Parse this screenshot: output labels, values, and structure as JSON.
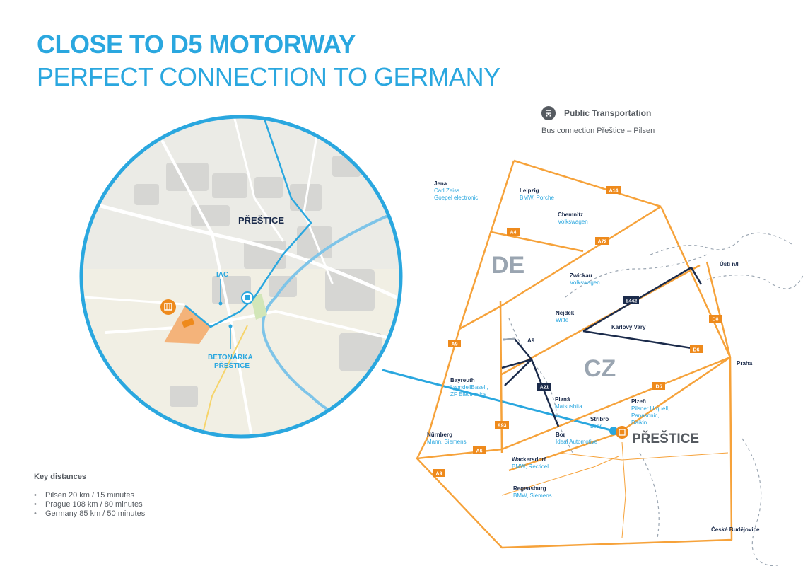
{
  "header": {
    "title": "CLOSE TO D5 MOTORWAY",
    "subtitle": "PERFECT CONNECTION TO GERMANY"
  },
  "public_transport": {
    "icon": "bus-icon",
    "label": "Public Transportation",
    "subtitle": "Bus connection Přeštice – Pilsen"
  },
  "key_distances": {
    "title": "Key distances",
    "items": [
      "Pilsen 20 km / 15 minutes",
      "Prague 108 km / 80 minutes",
      "Germany 85 km / 50 minutes"
    ]
  },
  "inset_map": {
    "town": "PŘEŠTICE",
    "iac": "IAC",
    "betonarka_line1": "BETONÁRKA",
    "betonarka_line2": "PŘEŠTICE",
    "icons": [
      "factory-icon",
      "bus-icon"
    ]
  },
  "regional_map": {
    "countries": {
      "de": "DE",
      "cz": "CZ"
    },
    "highlight": "PŘEŠTICE",
    "cities": {
      "jena": {
        "name": "Jena",
        "companies": [
          "Carl Zeiss",
          "Goepel electronic"
        ]
      },
      "leipzig": {
        "name": "Leipzig",
        "companies": [
          "BMW, Porche"
        ]
      },
      "chemnitz": {
        "name": "Chemnitz",
        "companies": [
          "Volkswagen"
        ]
      },
      "zwickau": {
        "name": "Zwickau",
        "companies": [
          "Volkswagen"
        ]
      },
      "usti": {
        "name": "Ústí n/l"
      },
      "nejdek": {
        "name": "Nejdek",
        "companies": [
          "Witte"
        ]
      },
      "karlovy_vary": {
        "name": "Karlovy Vary"
      },
      "as": {
        "name": "Aš"
      },
      "praha": {
        "name": "Praha"
      },
      "bayreuth": {
        "name": "Bayreuth",
        "companies": [
          "LyondellBasell,",
          "ZF Electronics"
        ]
      },
      "plana": {
        "name": "Planá",
        "companies": [
          "Matsushita"
        ]
      },
      "plzen": {
        "name": "Plzeň",
        "companies": [
          "Pilsner Urquell,",
          "Panasonic,",
          "Daikin"
        ]
      },
      "stribro": {
        "name": "Stříbro",
        "companies": [
          "Lear"
        ]
      },
      "bor": {
        "name": "Bor",
        "companies": [
          "Ideal Automotive"
        ]
      },
      "nurnberg": {
        "name": "Nürnberg",
        "companies": [
          "Mann, Siemens"
        ]
      },
      "wackersdorf": {
        "name": "Wackersdorf",
        "companies": [
          "BMW, Recticel"
        ]
      },
      "regensburg": {
        "name": "Regensburg",
        "companies": [
          "BMW, Siemens"
        ]
      },
      "ceske_budejovice": {
        "name": "České Budějovice"
      }
    },
    "road_labels": {
      "a14": "A14",
      "a4": "A4",
      "a72": "A72",
      "a9_north": "A9",
      "a9_south": "A9",
      "a93": "A93",
      "a6": "A6",
      "d8": "D8",
      "d6": "D6",
      "d5": "D5",
      "e442": "E442",
      "a21": "A21"
    }
  },
  "colors": {
    "brand_blue": "#2aa7df",
    "motorway_orange": "#f6a23a",
    "label_orange": "#ee8a1c",
    "road_navy": "#1b2b4b",
    "text_gray": "#555a60",
    "border_gray": "#9aa5b1"
  }
}
